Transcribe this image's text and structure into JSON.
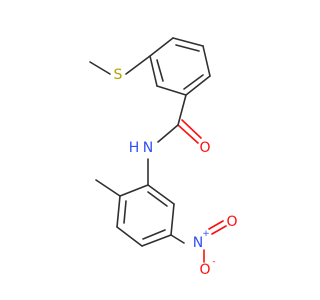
{
  "molecule": {
    "colors": {
      "carbon_bond": "#303030",
      "nitrogen": "#3050f8",
      "oxygen": "#ff0d0d",
      "sulfur": "#b2a300",
      "background": "#ffffff"
    },
    "atoms": {
      "s": {
        "symbol": "S"
      },
      "nh": {
        "symbol": "N",
        "sub": "H"
      },
      "amide_o": {
        "symbol": "O"
      },
      "nitro_n": {
        "symbol": "N",
        "charge": "+"
      },
      "nitro_o_double": {
        "symbol": "O"
      },
      "nitro_o_single": {
        "symbol": "O",
        "charge": "-"
      }
    }
  }
}
